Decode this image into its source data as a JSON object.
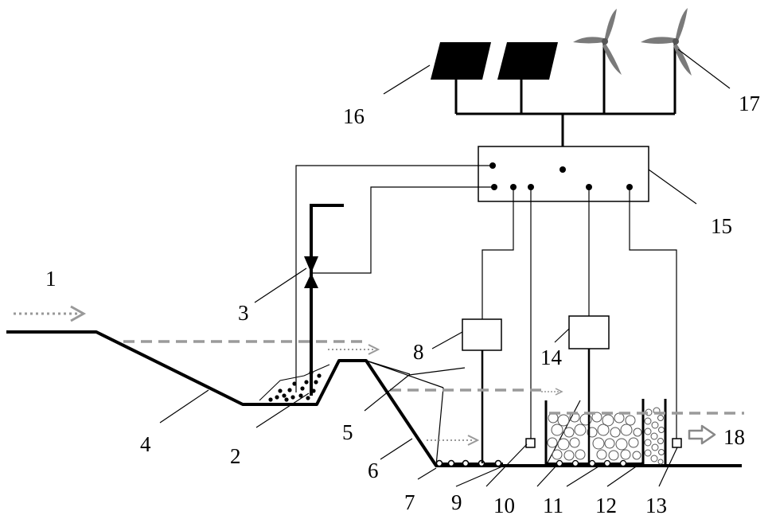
{
  "labels": {
    "l1": "1",
    "l2": "2",
    "l3": "3",
    "l4": "4",
    "l5": "5",
    "l6": "6",
    "l7": "7",
    "l8": "8",
    "l9": "9",
    "l10": "10",
    "l11": "11",
    "l12": "12",
    "l13": "13",
    "l14": "14",
    "l15": "15",
    "l16": "16",
    "l17": "17",
    "l18": "18"
  },
  "colors": {
    "line": "#000000",
    "flow_arrow": "#999999",
    "water_level": "#9a9a9a"
  }
}
